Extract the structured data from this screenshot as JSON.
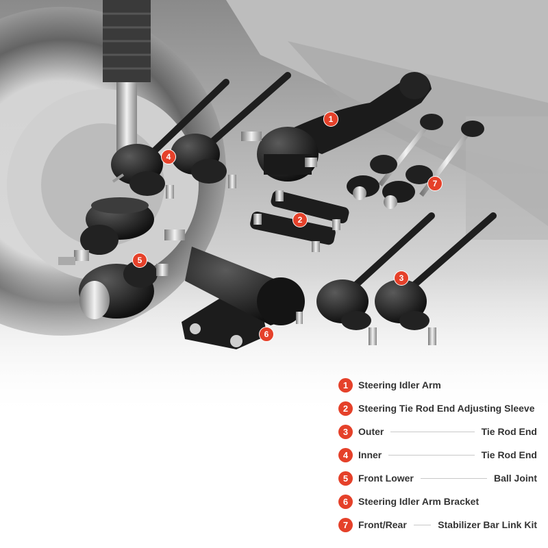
{
  "callouts": [
    "1",
    "2",
    "3",
    "4",
    "5",
    "6",
    "7"
  ],
  "legend": [
    {
      "num": "1",
      "text": "Steering Idler Arm"
    },
    {
      "num": "2",
      "text": "Steering Tie Rod End Adjusting Sleeve"
    },
    {
      "num": "3",
      "left": "Outer",
      "right": "Tie Rod End"
    },
    {
      "num": "4",
      "left": "Inner",
      "right": "Tie Rod End"
    },
    {
      "num": "5",
      "left": "Front Lower",
      "right": "Ball Joint"
    },
    {
      "num": "6",
      "text": "Steering Idler Arm Bracket"
    },
    {
      "num": "7",
      "left": "Front/Rear",
      "right": "Stabilizer Bar Link Kit"
    }
  ],
  "colors": {
    "accent": "#e5412a",
    "text": "#333333",
    "part": "#1c1c1c",
    "metal": "#c9c9c9"
  }
}
